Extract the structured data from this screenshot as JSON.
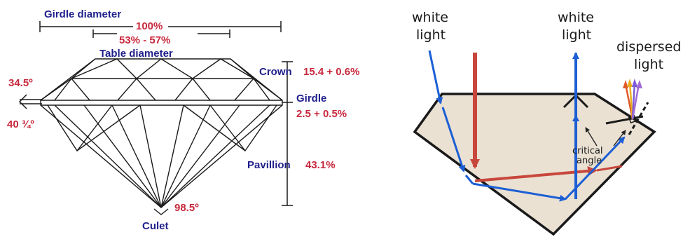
{
  "left": {
    "girdle_diameter": "Girdle diameter",
    "girdle_pct": "100%",
    "table_pct": "53% - 57%",
    "table_diameter": "Table diameter",
    "crown_label": "Crown",
    "crown_value": "15.4 + 0.6%",
    "girdle_label": "Girdle",
    "girdle_value": "2.5 + 0.5%",
    "pavilion_label": "Pavillion",
    "pavilion_value": "43.1%",
    "angle_top": "34.5º",
    "angle_bottom": "40 ¾º",
    "culet_angle": "98.5º",
    "culet_label": "Culet"
  },
  "right": {
    "white_light_1_line1": "white",
    "white_light_1_line2": "light",
    "white_light_2_line1": "white",
    "white_light_2_line2": "light",
    "dispersed_line1": "dispersed",
    "dispersed_line2": "light",
    "critical_line1": "critical",
    "critical_line2": "angle"
  },
  "colors": {
    "label_blue": "#1f1f8c",
    "value_red": "#c8283c",
    "ray_blue": "#1c5fd4",
    "ray_red": "#c8473c",
    "gem_fill": "#eae1d3"
  }
}
